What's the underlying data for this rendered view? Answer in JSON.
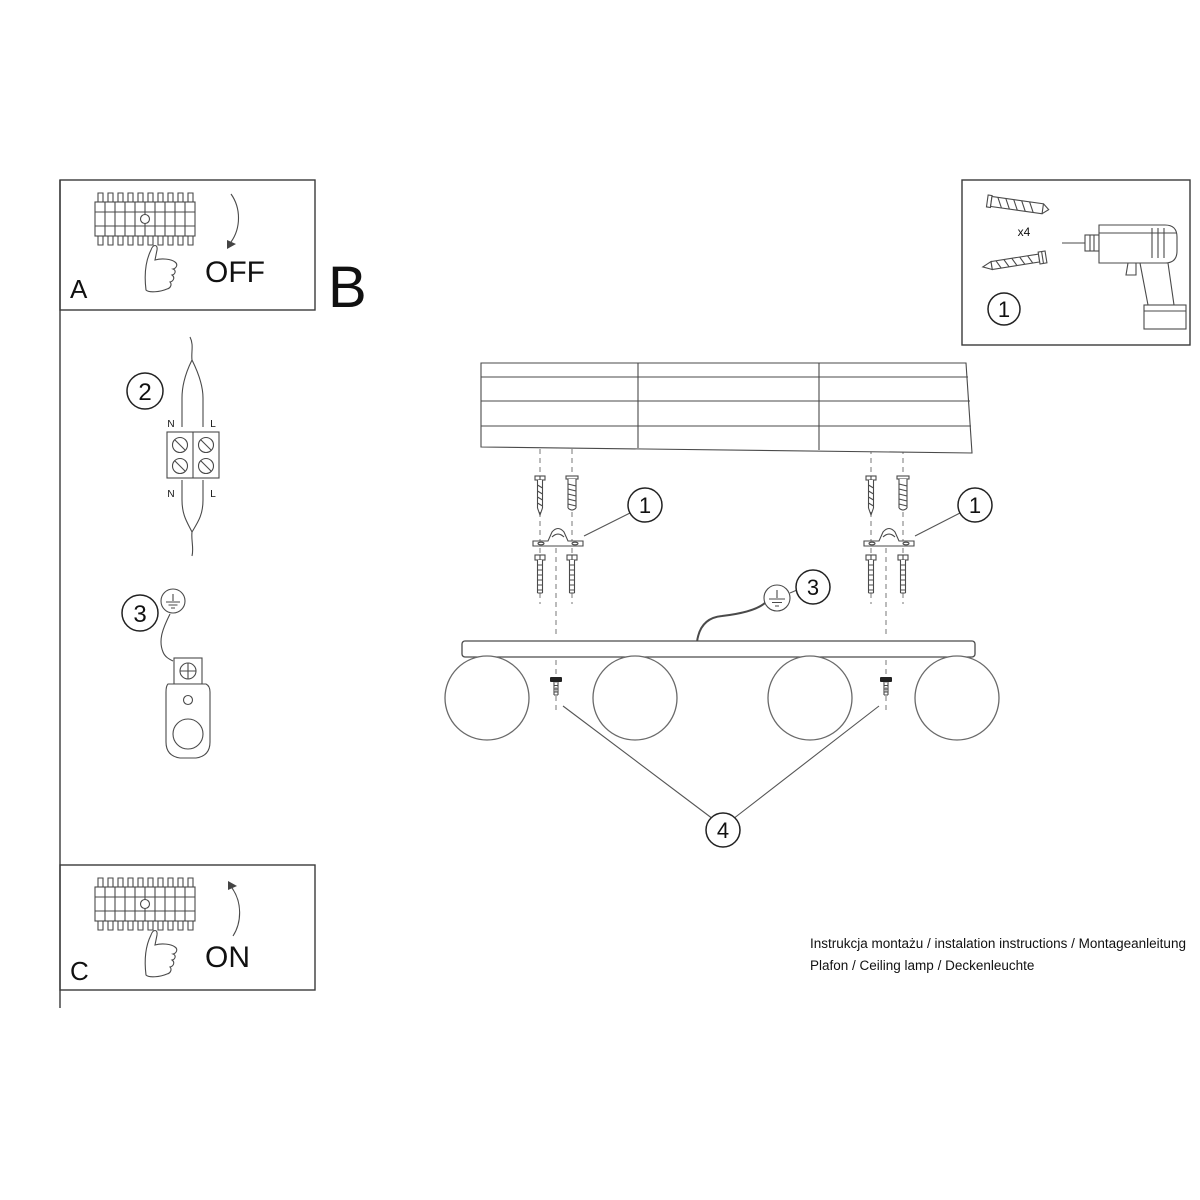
{
  "panel_a": {
    "label": "A",
    "switch_state": "OFF"
  },
  "panel_c": {
    "label": "C",
    "switch_state": "ON"
  },
  "section_b": {
    "label": "B"
  },
  "tools_box": {
    "callout": "1",
    "screw_count": "x4"
  },
  "step2": {
    "number": "2",
    "terminals": {
      "n_top": "N",
      "l_top": "L",
      "n_bottom": "N",
      "l_bottom": "L"
    }
  },
  "step3": {
    "number": "3"
  },
  "assembly": {
    "callout_bracket_left": "1",
    "callout_bracket_right": "1",
    "callout_ground": "3",
    "callout_bolts": "4"
  },
  "footer": {
    "line1": "Instrukcja montażu / instalation instructions / Montageanleitung",
    "line2": "Plafon / Ceiling lamp / Deckenleuchte"
  }
}
